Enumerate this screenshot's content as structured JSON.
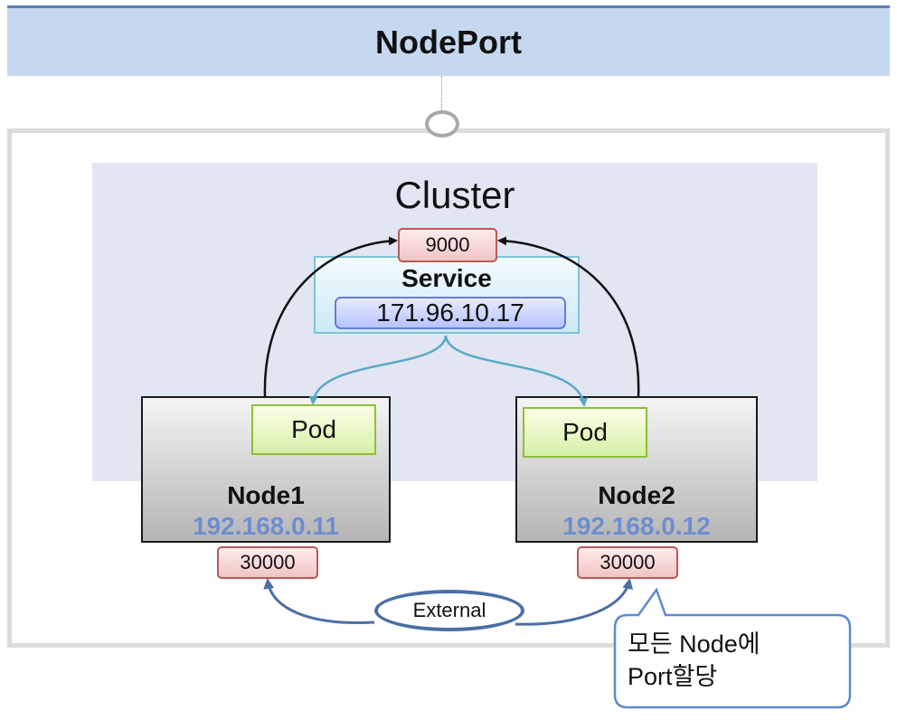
{
  "title": "NodePort",
  "cluster": {
    "label": "Cluster"
  },
  "service": {
    "label": "Service",
    "ip": "171.96.10.17",
    "port": "9000"
  },
  "nodes": [
    {
      "name": "Node1",
      "ip": "192.168.0.11",
      "pod": "Pod",
      "port": "30000"
    },
    {
      "name": "Node2",
      "ip": "192.168.0.12",
      "pod": "Pod",
      "port": "30000"
    }
  ],
  "external": {
    "label": "External"
  },
  "callout": {
    "line1": "모든 Node에",
    "line2": "Port할당"
  },
  "colors": {
    "title_bg": "#c6d8f0",
    "cluster_bg": "#e1e6f2",
    "service_link": "#5aa8c8",
    "external_link": "#4a6fa5",
    "node_ip": "#6d8dd0"
  }
}
